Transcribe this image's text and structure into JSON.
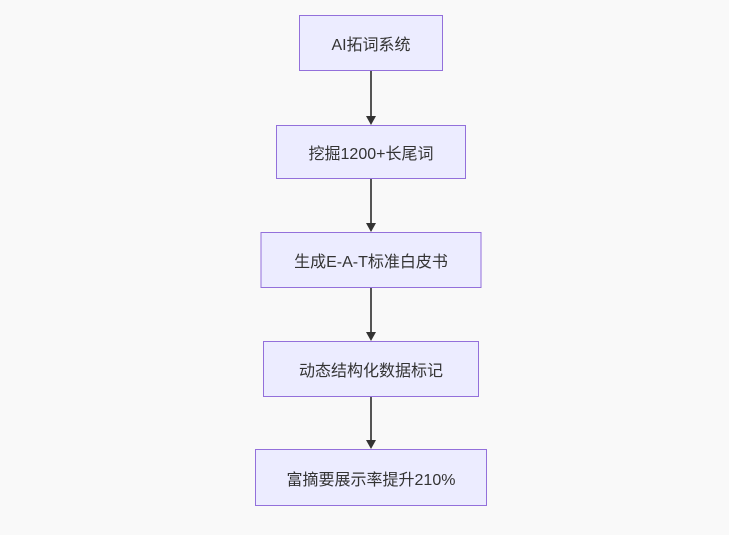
{
  "flowchart": {
    "type": "flowchart",
    "direction": "top-down",
    "nodes": [
      {
        "id": "node-1",
        "label": "AI拓词系统"
      },
      {
        "id": "node-2",
        "label": "挖掘1200+长尾词"
      },
      {
        "id": "node-3",
        "label": "生成E-A-T标准白皮书"
      },
      {
        "id": "node-4",
        "label": "动态结构化数据标记"
      },
      {
        "id": "node-5",
        "label": "富摘要展示率提升210%"
      }
    ],
    "edges": [
      {
        "from": "node-1",
        "to": "node-2",
        "style": "arrow-down"
      },
      {
        "from": "node-2",
        "to": "node-3",
        "style": "arrow-down"
      },
      {
        "from": "node-3",
        "to": "node-4",
        "style": "arrow-down"
      },
      {
        "from": "node-4",
        "to": "node-5",
        "style": "arrow-down"
      }
    ],
    "colors": {
      "background": "#f9f9f9",
      "node_fill": "#ECECFF",
      "node_border": "#9370DB",
      "node_text": "#333333",
      "edge_line": "#555555",
      "edge_arrow": "#333333"
    }
  }
}
